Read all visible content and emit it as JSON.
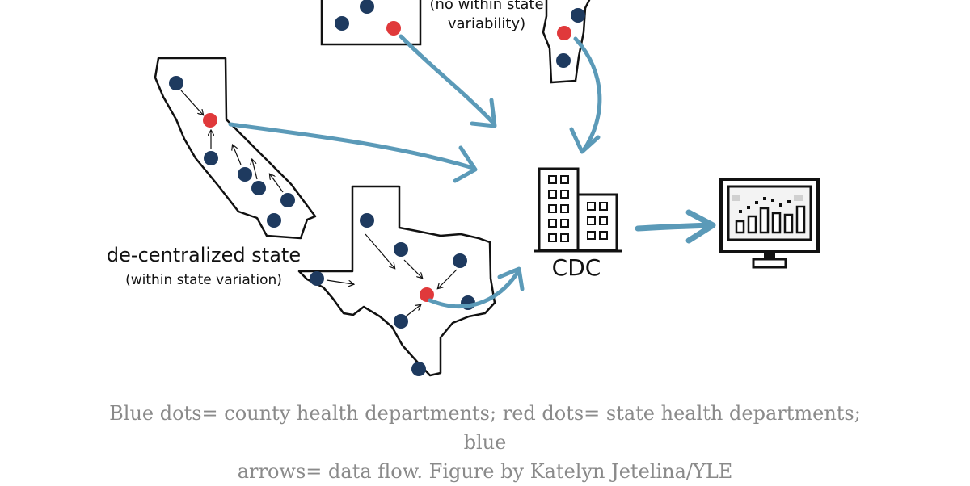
{
  "labels": {
    "top_note_line1": "(no within state",
    "top_note_line2": "variability)",
    "decentralized_title": "de-centralized state",
    "decentralized_sub": "(within state variation)",
    "cdc": "CDC"
  },
  "caption": {
    "line1": "Blue dots= county health departments; red dots= state health departments; blue",
    "line2": "arrows= data flow. Figure by Katelyn Jetelina/YLE"
  },
  "legend_colors": {
    "county_dot": "#1e3a5f",
    "state_dot": "#e0393b",
    "data_flow_arrow": "#5b9ab8"
  },
  "icons": [
    "building-icon",
    "computer-monitor-icon"
  ]
}
